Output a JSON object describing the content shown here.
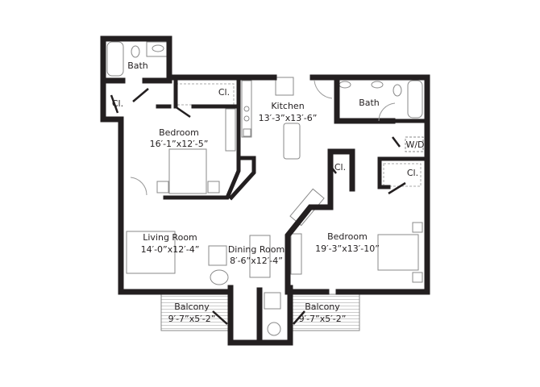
{
  "rooms": {
    "bath_left": {
      "name": "Bath"
    },
    "closet_left_small": {
      "name": "Cl."
    },
    "closet_bedroom1": {
      "name": "Cl."
    },
    "bedroom1": {
      "name": "Bedroom",
      "size": "16′-1”x12′-5”"
    },
    "kitchen": {
      "name": "Kitchen",
      "size": "13′-3”x13′-6”"
    },
    "bath_right": {
      "name": "Bath"
    },
    "laundry": {
      "name": "W/D"
    },
    "closet_hall": {
      "name": "Cl."
    },
    "closet_bedroom2": {
      "name": "Cl."
    },
    "living_room": {
      "name": "Living Room",
      "size": "14′-0”x12′-4”"
    },
    "dining_room": {
      "name": "Dining Room",
      "size": "8′-6”x12′-4”"
    },
    "bedroom2": {
      "name": "Bedroom",
      "size": "19′-3”x13′-10”"
    },
    "balcony_left": {
      "name": "Balcony",
      "size": "9′-7”x5′-2”"
    },
    "balcony_right": {
      "name": "Balcony",
      "size": "9′-7”x5′-2”"
    }
  },
  "colors": {
    "wall": "#231f20",
    "fixture": "#8a8a8a"
  }
}
